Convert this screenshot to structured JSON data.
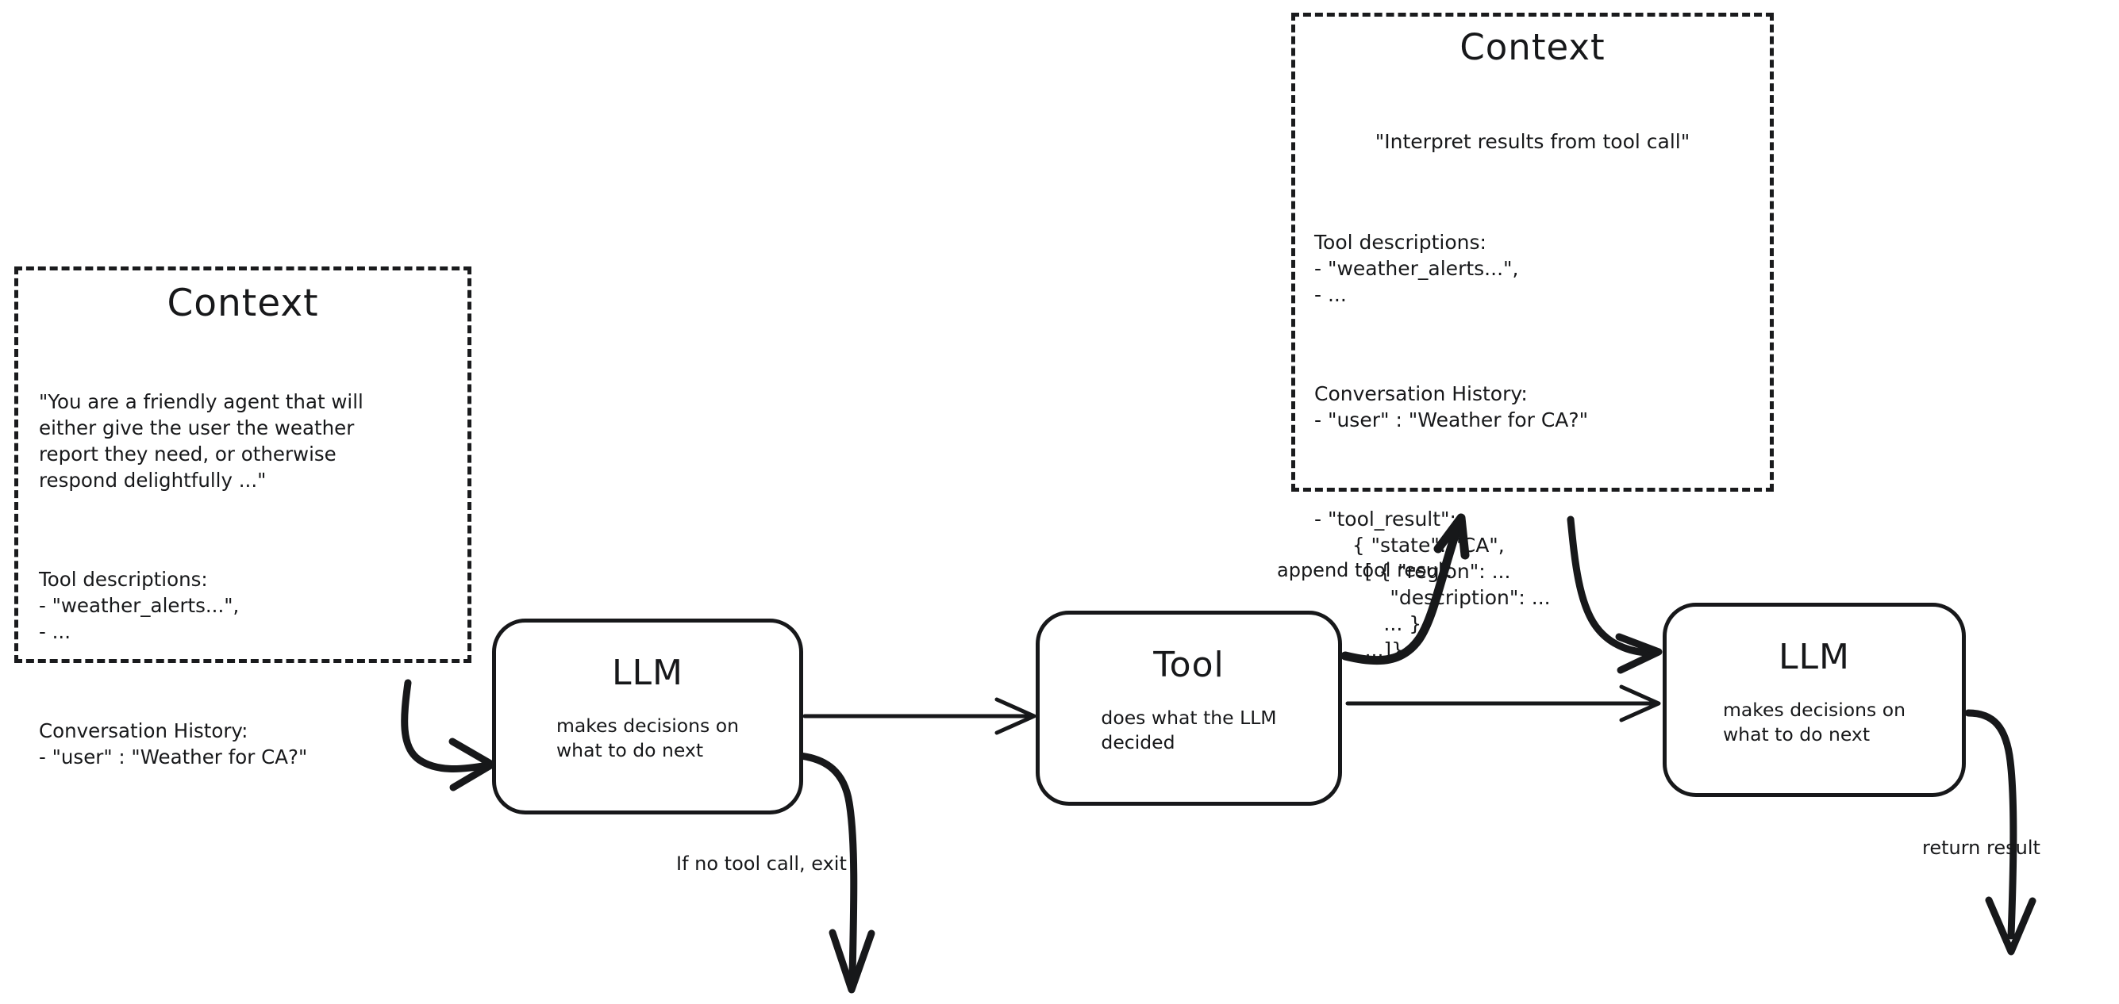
{
  "diagram": {
    "title": "Agent loop with LLM, Tool and Context",
    "ink_color": "#17181a",
    "background": "#ffffff"
  },
  "context_left": {
    "title": "Context",
    "system_prompt": "\"You are a friendly agent that will\neither give the user the weather\nreport they need, or otherwise\nrespond delightfully ...\"",
    "tool_descriptions": "Tool descriptions:\n- \"weather_alerts...\",\n- ...",
    "conversation_history": "Conversation History:\n- \"user\" : \"Weather for CA?\""
  },
  "context_right": {
    "title": "Context",
    "system_prompt": "\"Interpret results from tool call\"",
    "tool_descriptions": "Tool descriptions:\n- \"weather_alerts...\",\n- ...",
    "conversation_history": "Conversation History:\n- \"user\" : \"Weather for CA?\"",
    "tool_result": "- \"tool_result\":\n      { \"state\": \"CA\",\n        [ { \"region\": ...\n            \"description\": ...\n           ... },\n        ...]}"
  },
  "nodes": {
    "llm_first": {
      "title": "LLM",
      "subtitle": "makes decisions on\nwhat to do next"
    },
    "tool": {
      "title": "Tool",
      "subtitle": "does what the LLM\ndecided"
    },
    "llm_second": {
      "title": "LLM",
      "subtitle": "makes decisions on\nwhat to do next"
    }
  },
  "edges": {
    "context_to_llm": "",
    "llm_to_tool": "",
    "no_tool_call": "If no tool call, exit",
    "append_tool_result": "append tool result",
    "tool_to_llm2": "",
    "context_to_llm2": "",
    "return_result": "return result"
  }
}
